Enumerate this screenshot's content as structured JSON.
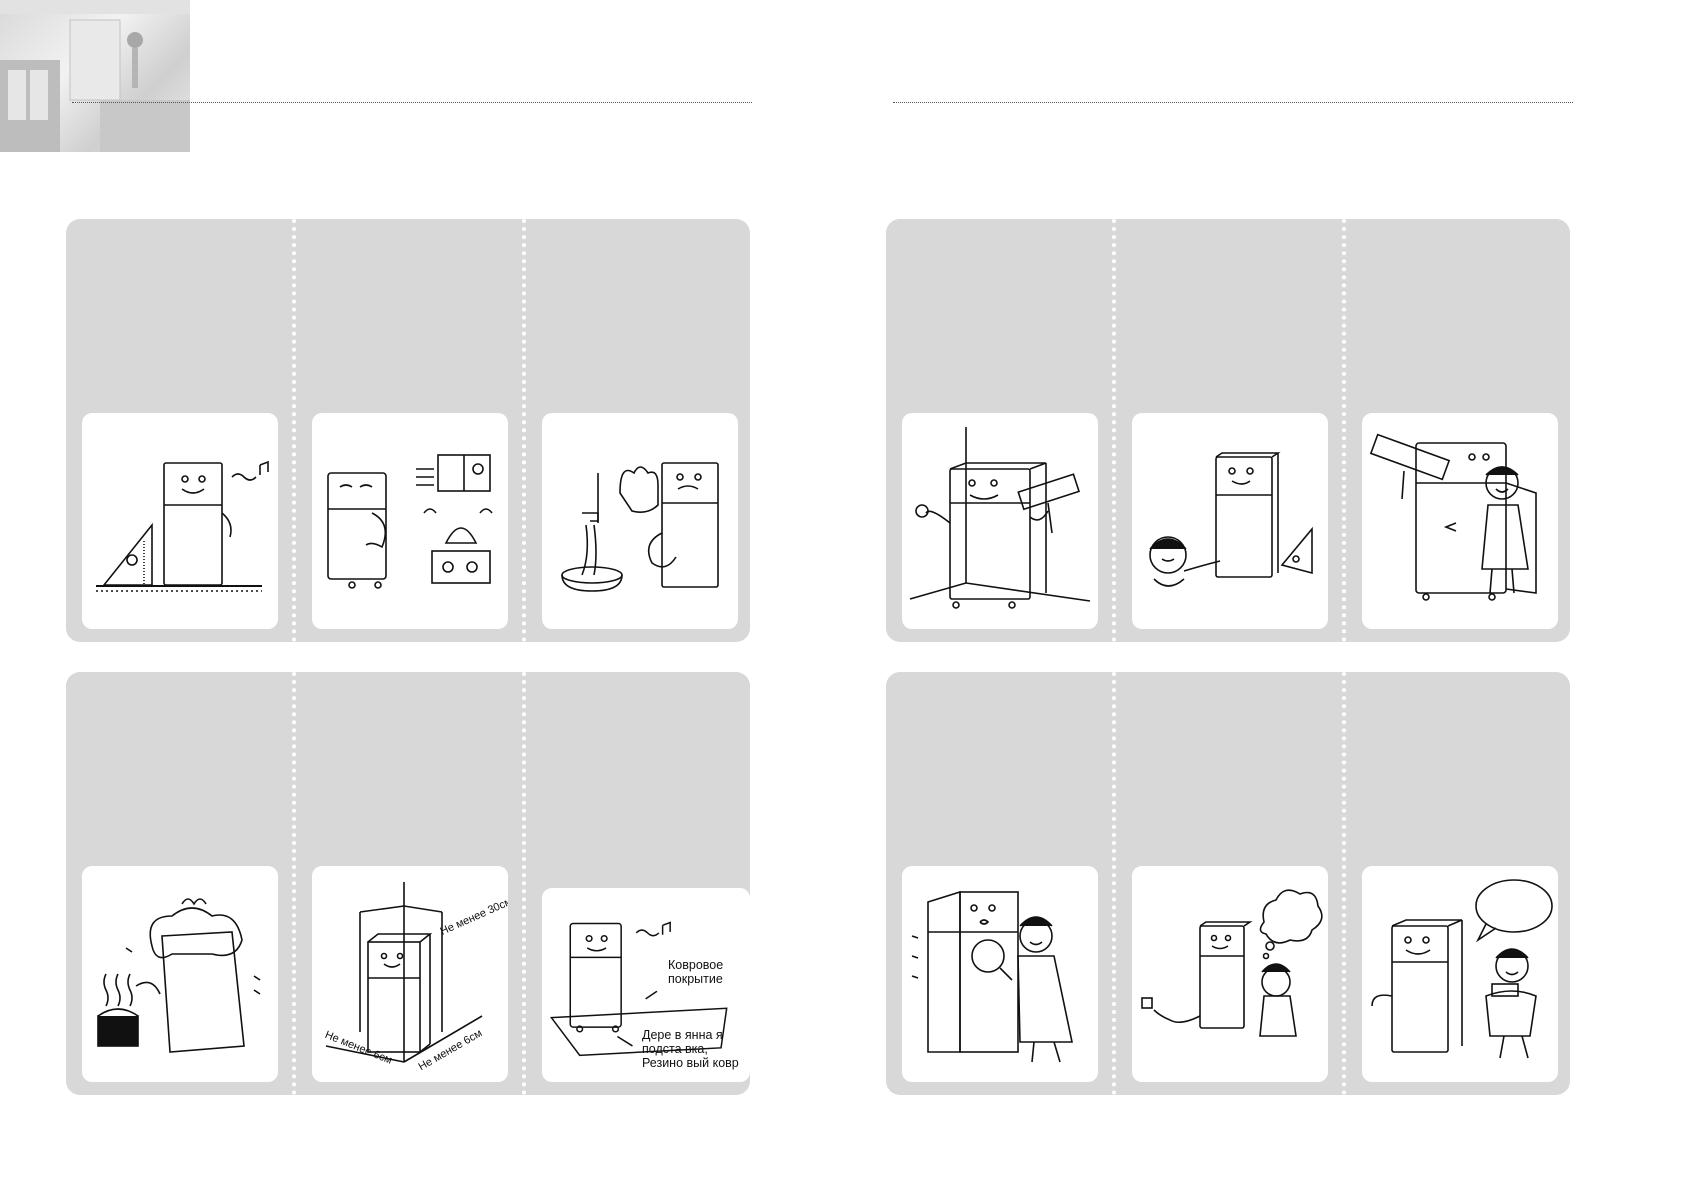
{
  "labels": {
    "min_30cm": "Не менее 30см",
    "min_6cm_left": "Не менее 6см",
    "min_6cm_right": "Не менее 6см",
    "carpet_line1": "Ковровое",
    "carpet_line2": "покрытие",
    "base_line1": "Дере в янна я",
    "base_line2": "подста вка,",
    "base_line3": "Резино вый ковр"
  }
}
